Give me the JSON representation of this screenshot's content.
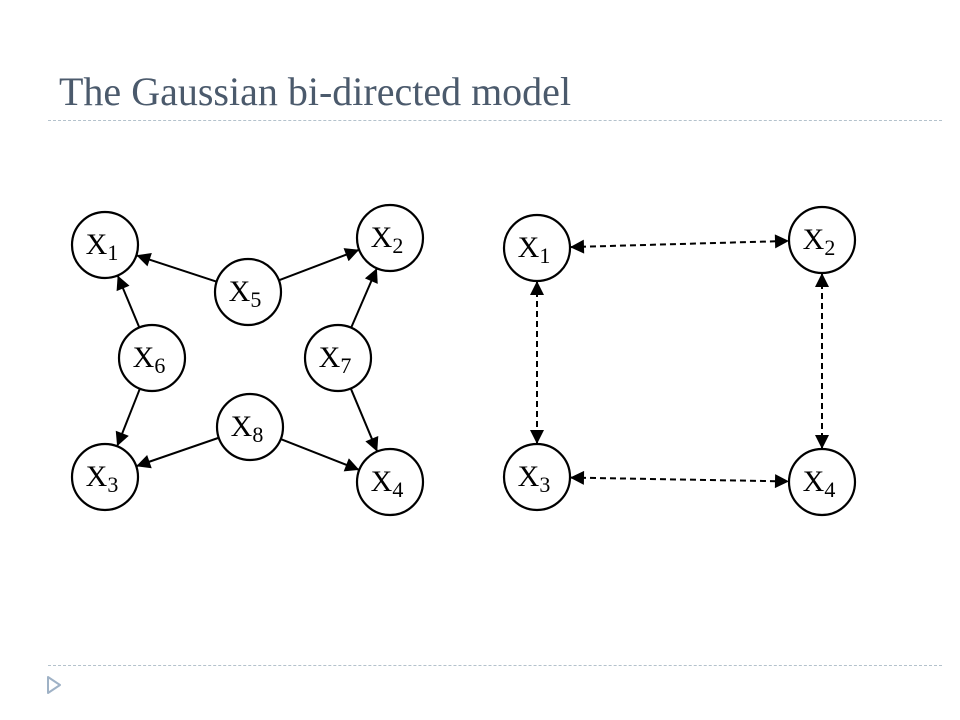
{
  "slide": {
    "title": "The Gaussian bi-directed model"
  },
  "colors": {
    "title": "#4b5a6c",
    "rule": "#b4c2cc",
    "footer_marker": "#9fb2c6"
  },
  "icons": {
    "footer": "triangle-right-icon"
  },
  "left_graph": {
    "nodes": [
      {
        "id": "X1",
        "base": "X",
        "sub": "1"
      },
      {
        "id": "X2",
        "base": "X",
        "sub": "2"
      },
      {
        "id": "X3",
        "base": "X",
        "sub": "3"
      },
      {
        "id": "X4",
        "base": "X",
        "sub": "4"
      },
      {
        "id": "X5",
        "base": "X",
        "sub": "5"
      },
      {
        "id": "X6",
        "base": "X",
        "sub": "6"
      },
      {
        "id": "X7",
        "base": "X",
        "sub": "7"
      },
      {
        "id": "X8",
        "base": "X",
        "sub": "8"
      }
    ],
    "edges": [
      {
        "from": "X5",
        "to": "X1",
        "style": "directed"
      },
      {
        "from": "X5",
        "to": "X2",
        "style": "directed"
      },
      {
        "from": "X6",
        "to": "X1",
        "style": "directed"
      },
      {
        "from": "X6",
        "to": "X3",
        "style": "directed"
      },
      {
        "from": "X7",
        "to": "X2",
        "style": "directed"
      },
      {
        "from": "X7",
        "to": "X4",
        "style": "directed"
      },
      {
        "from": "X8",
        "to": "X3",
        "style": "directed"
      },
      {
        "from": "X8",
        "to": "X4",
        "style": "directed"
      }
    ]
  },
  "right_graph": {
    "nodes": [
      {
        "id": "X1",
        "base": "X",
        "sub": "1"
      },
      {
        "id": "X2",
        "base": "X",
        "sub": "2"
      },
      {
        "id": "X3",
        "base": "X",
        "sub": "3"
      },
      {
        "id": "X4",
        "base": "X",
        "sub": "4"
      }
    ],
    "edges": [
      {
        "from": "X1",
        "to": "X2",
        "style": "bidirected"
      },
      {
        "from": "X1",
        "to": "X3",
        "style": "bidirected"
      },
      {
        "from": "X2",
        "to": "X4",
        "style": "bidirected"
      },
      {
        "from": "X3",
        "to": "X4",
        "style": "bidirected"
      }
    ]
  }
}
